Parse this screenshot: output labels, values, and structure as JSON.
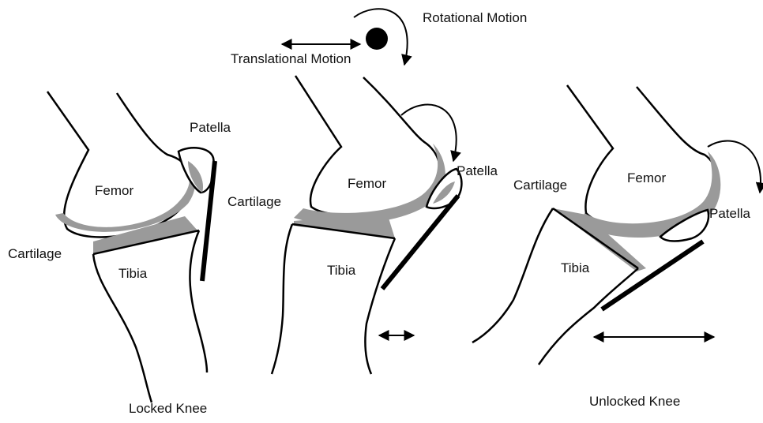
{
  "motion": {
    "rotational_label": "Rotational Motion",
    "translational_label": "Translational Motion"
  },
  "panel_left": {
    "femor": "Femor",
    "tibia": "Tibia",
    "patella": "Patella",
    "cartilage_front": "Cartilage",
    "cartilage_back": "Cartilage",
    "caption": "Locked Knee"
  },
  "panel_middle": {
    "femor": "Femor",
    "tibia": "Tibia",
    "patella": "Patella"
  },
  "panel_right": {
    "femor": "Femor",
    "tibia": "Tibia",
    "patella": "Patella",
    "cartilage": "Cartilage",
    "caption": "Unlocked Knee"
  },
  "colors": {
    "cartilage": "#9a9a9a",
    "outline": "#000000",
    "ligament": "#000000"
  }
}
